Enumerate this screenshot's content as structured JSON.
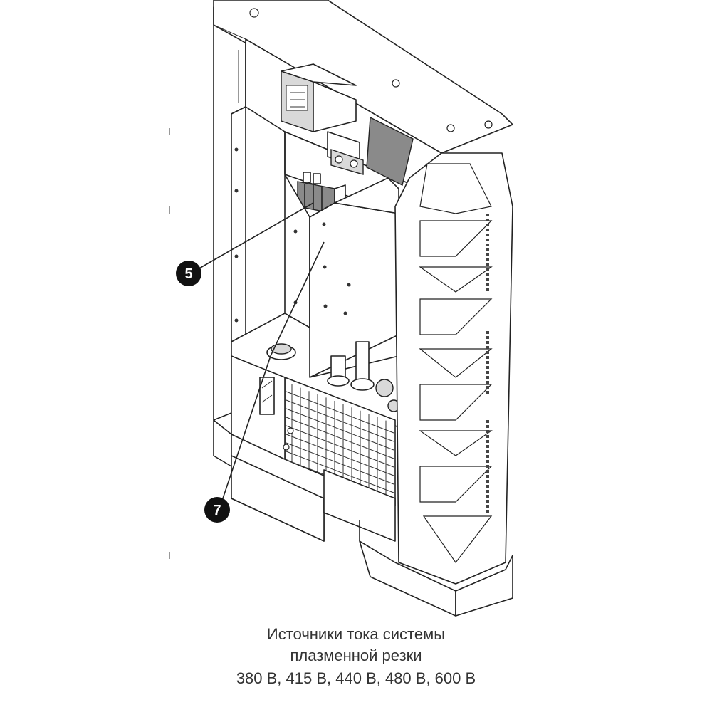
{
  "callouts": [
    {
      "label": "5"
    },
    {
      "label": "7"
    }
  ],
  "caption": {
    "line1": "Источники тока системы",
    "line2": "плазменной резки",
    "line3": "380 В, 415 В, 440 В, 480 В, 600 В"
  }
}
